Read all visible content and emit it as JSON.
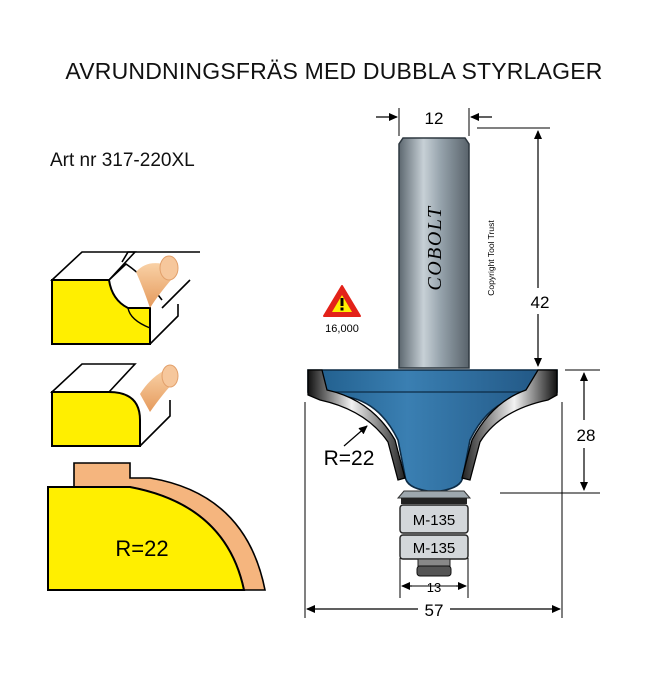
{
  "title": "AVRUNDNINGSFRÄS MED DUBBLA STYRLAGER",
  "article": "Art nr 317-220XL",
  "profile_label": "R=22",
  "tool": {
    "brand": "COBOLT",
    "copyright": "Copyright Tool Trust",
    "warning_rpm": "16,000",
    "radius_label": "R=22",
    "bearing_top": "M-135",
    "bearing_bottom": "M-135"
  },
  "dimensions": {
    "shank_diameter": "12",
    "shank_length": "42",
    "cutter_height": "28",
    "bearing_diameter": "13",
    "overall_diameter": "57"
  },
  "colors": {
    "workpiece_yellow": "#ffef00",
    "edge_orange": "#f5b57e",
    "shank_gray": "#8e9aa4",
    "cutter_blue": "#2f6f9f",
    "warning_red": "#e32219"
  }
}
